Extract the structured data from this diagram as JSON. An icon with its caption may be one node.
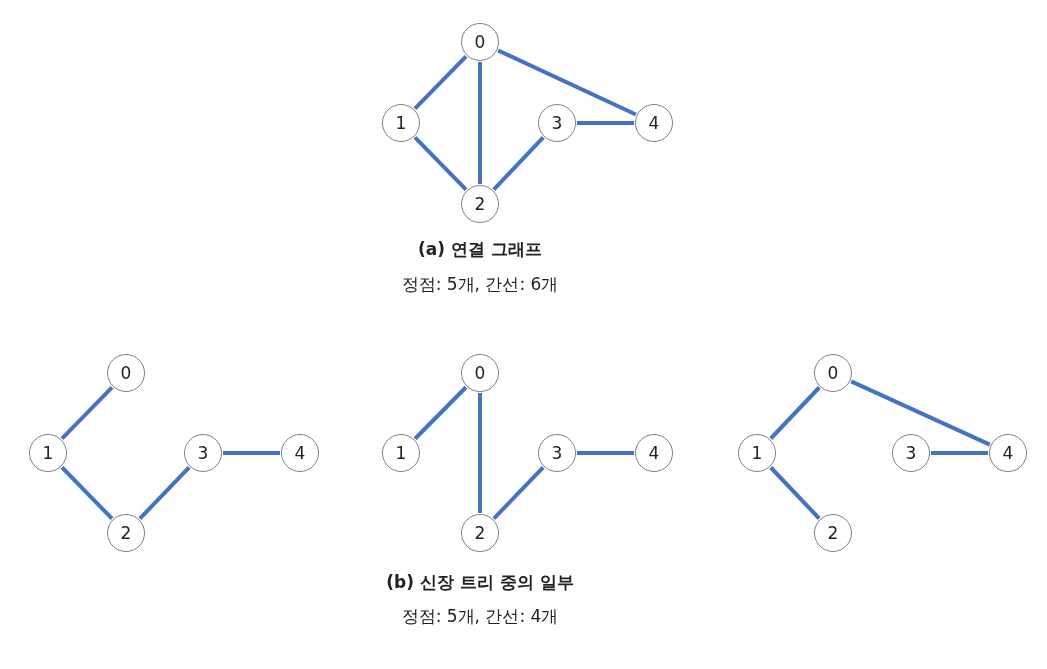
{
  "diagram": {
    "nodes": [
      {
        "text": [
          "0"
        ]
      },
      {
        "text": [
          "1"
        ]
      },
      {
        "text": [
          "2"
        ]
      },
      {
        "text": [
          "3"
        ]
      },
      {
        "text": [
          "4"
        ]
      },
      {
        "text": [
          "0"
        ]
      },
      {
        "text": [
          "1"
        ]
      },
      {
        "text": [
          "2"
        ]
      },
      {
        "text": [
          "3"
        ]
      },
      {
        "text": [
          "4"
        ]
      },
      {
        "text": [
          "0"
        ]
      },
      {
        "text": [
          "1"
        ]
      },
      {
        "text": [
          "2"
        ]
      },
      {
        "text": [
          "3"
        ]
      },
      {
        "text": [
          "4"
        ]
      },
      {
        "text": [
          "0"
        ]
      },
      {
        "text": [
          "1"
        ]
      },
      {
        "text": [
          "2"
        ]
      },
      {
        "text": [
          "3"
        ]
      },
      {
        "text": [
          "4"
        ]
      }
    ],
    "edges": [
      {
        "from": 0,
        "to": 1,
        "arrow": "none"
      },
      {
        "from": 0,
        "to": 2,
        "arrow": "none"
      },
      {
        "from": 0,
        "to": 4,
        "arrow": "none"
      },
      {
        "from": 1,
        "to": 2,
        "arrow": "none"
      },
      {
        "from": 2,
        "to": 3,
        "arrow": "none"
      },
      {
        "from": 3,
        "to": 4,
        "arrow": "none"
      },
      {
        "from": 5,
        "to": 6,
        "arrow": "none"
      },
      {
        "from": 6,
        "to": 7,
        "arrow": "none"
      },
      {
        "from": 7,
        "to": 8,
        "arrow": "none"
      },
      {
        "from": 8,
        "to": 9,
        "arrow": "none"
      },
      {
        "from": 10,
        "to": 11,
        "arrow": "none"
      },
      {
        "from": 10,
        "to": 12,
        "arrow": "none"
      },
      {
        "from": 12,
        "to": 13,
        "arrow": "none"
      },
      {
        "from": 13,
        "to": 14,
        "arrow": "none"
      },
      {
        "from": 15,
        "to": 16,
        "arrow": "none"
      },
      {
        "from": 16,
        "to": 17,
        "arrow": "none"
      },
      {
        "from": 15,
        "to": 19,
        "arrow": "none"
      },
      {
        "from": 18,
        "to": 19,
        "arrow": "none"
      }
    ],
    "labels": [
      "(a) 연결 그래프",
      "정점: 5개, 간선: 6개",
      "(b) 신장 트리 중의 일부",
      "정점: 5개, 간선: 4개"
    ]
  }
}
